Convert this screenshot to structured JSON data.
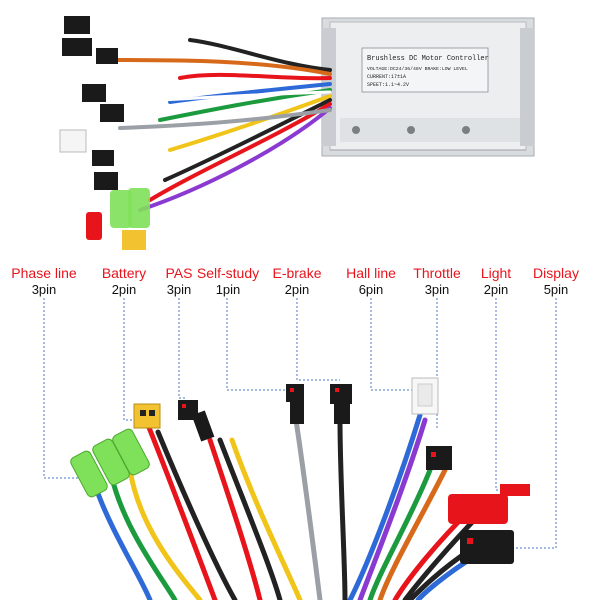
{
  "controller": {
    "plate_title": "Brushless DC Motor Controller",
    "plate_line1": "VOLTAGE:DC24/36/48V  BRAKE:LOW LEVEL",
    "plate_line2": "CURRENT:17±1A",
    "plate_line3": "SPEET:1.1~4.2V"
  },
  "connectors": [
    {
      "name": "Phase line",
      "pins": "3pin"
    },
    {
      "name": "Battery",
      "pins": "2pin"
    },
    {
      "name": "PAS",
      "pins": "3pin"
    },
    {
      "name": "Self-study",
      "pins": "1pin"
    },
    {
      "name": "E-brake",
      "pins": "2pin"
    },
    {
      "name": "Hall line",
      "pins": "6pin"
    },
    {
      "name": "Throttle",
      "pins": "3pin"
    },
    {
      "name": "Light",
      "pins": "2pin"
    },
    {
      "name": "Display",
      "pins": "5pin"
    }
  ],
  "colors": {
    "label_red": "#e8141c",
    "casing": "#e4e6e8",
    "phase_green": "#7fe05a",
    "plug_red": "#e8141c",
    "plug_yellow": "#f2c230"
  }
}
